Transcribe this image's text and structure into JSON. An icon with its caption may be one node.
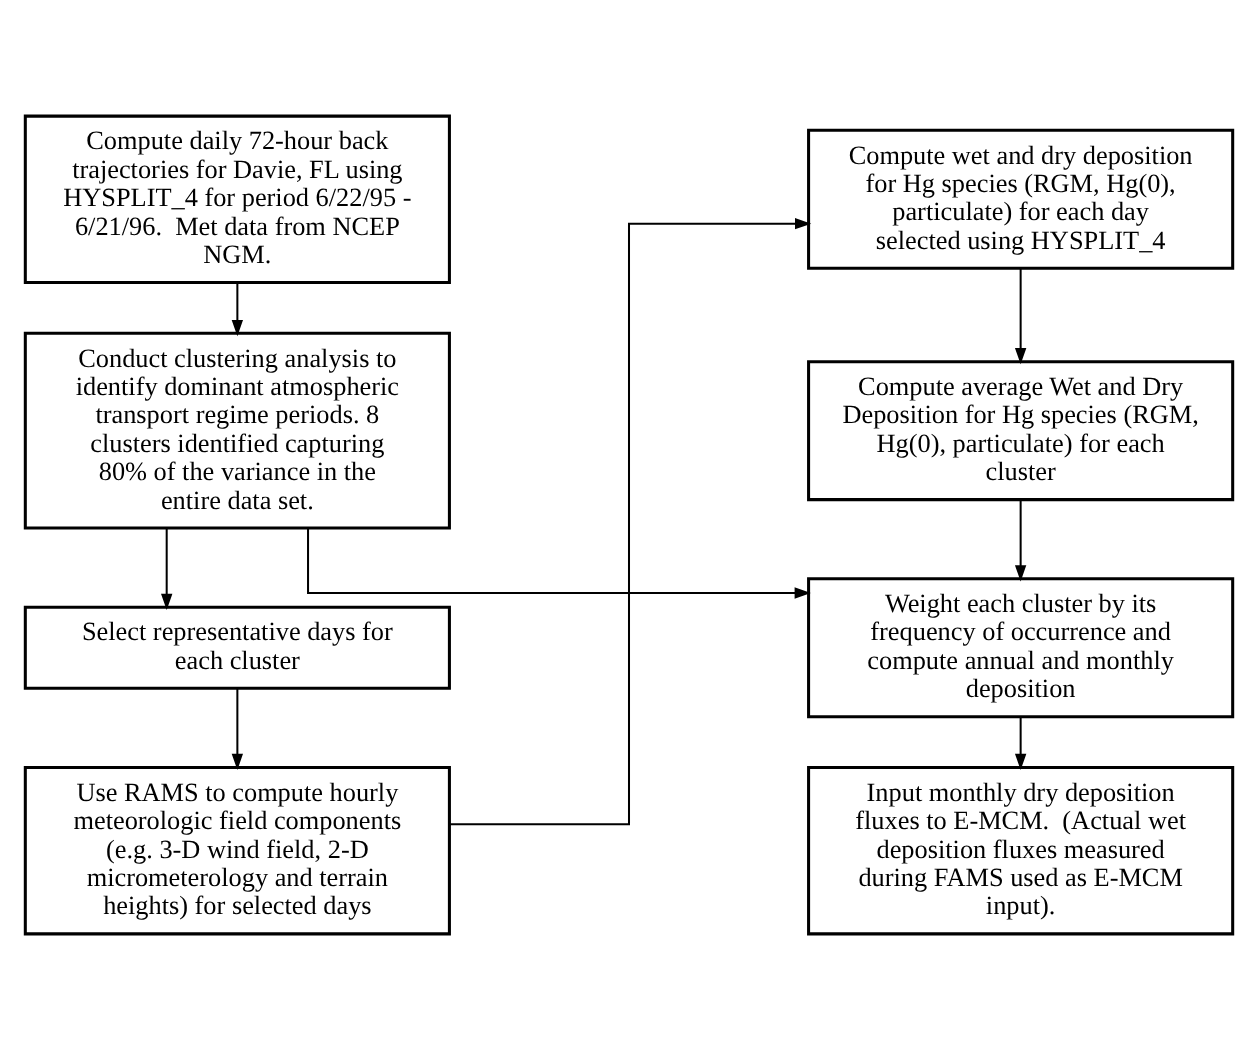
{
  "diagram": {
    "nodes": [
      {
        "text": [
          "Compute daily 72-hour back trajectories for Davie, FL using HYSPLIT_4 for period 6/22/95 - 6/21/96.  Met data from NCEP NGM."
        ]
      },
      {
        "text": [
          "Conduct clustering analysis to identify dominant atmospheric transport regime periods. 8 clusters identified capturing 80% of the variance in the entire data set."
        ]
      },
      {
        "text": [
          "Select representative days for each cluster"
        ]
      },
      {
        "text": [
          "Use RAMS to compute hourly meteorologic field components (e.g. 3-D wind field, 2-D micrometerology and terrain heights) for selected days"
        ]
      },
      {
        "text": [
          "Compute wet and dry deposition for Hg species (RGM, Hg(0), particulate) for each day selected using HYSPLIT_4"
        ]
      },
      {
        "text": [
          "Compute average Wet and Dry Deposition for Hg species (RGM, Hg(0), particulate) for each cluster"
        ]
      },
      {
        "text": [
          "Weight each cluster by its frequency of occurrence and compute annual and monthly deposition"
        ]
      },
      {
        "text": [
          "Input monthly dry deposition fluxes to E-MCM.  (Actual wet deposition fluxes measured during FAMS used as E-MCM input)."
        ]
      }
    ],
    "edges": [
      {
        "from": 0,
        "to": 1,
        "arrow": "to"
      },
      {
        "from": 1,
        "to": 2,
        "arrow": "to"
      },
      {
        "from": 2,
        "to": 3,
        "arrow": "to"
      },
      {
        "from": 3,
        "to": 4,
        "arrow": "to"
      },
      {
        "from": 4,
        "to": 5,
        "arrow": "to"
      },
      {
        "from": 5,
        "to": 6,
        "arrow": "to"
      },
      {
        "from": 1,
        "to": 6,
        "arrow": "to"
      },
      {
        "from": 6,
        "to": 7,
        "arrow": "to"
      }
    ]
  }
}
